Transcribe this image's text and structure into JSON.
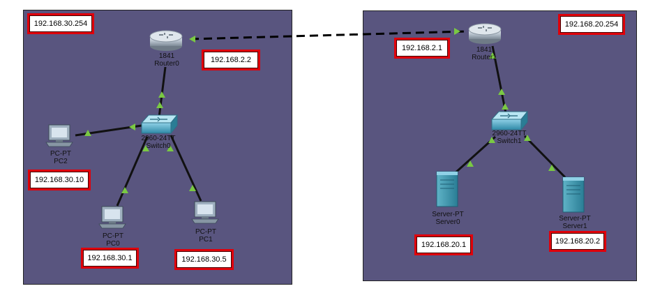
{
  "colors": {
    "zone": "#59557f",
    "ip_border": "#e0000b",
    "link": "#111111",
    "port_up": "#7ac943",
    "wan_link": "#000000"
  },
  "left_network": {
    "gateway_ip": "192.168.30.254",
    "router": {
      "model": "1841",
      "name": "Router0",
      "wan_ip": "192.168.2.2",
      "icon": "router-icon"
    },
    "switch": {
      "model": "2960-24TT",
      "name": "Switch0",
      "icon": "switch-icon"
    },
    "pcs": [
      {
        "type": "PC-PT",
        "name": "PC2",
        "ip": "192.168.30.10",
        "icon": "pc-icon"
      },
      {
        "type": "PC-PT",
        "name": "PC0",
        "ip": "192.168.30.1",
        "icon": "pc-icon"
      },
      {
        "type": "PC-PT",
        "name": "PC1",
        "ip": "192.168.30.5",
        "icon": "pc-icon"
      }
    ]
  },
  "right_network": {
    "gateway_ip": "192.168.20.254",
    "router": {
      "model": "1841",
      "name": "Router1",
      "wan_ip": "192.168.2.1",
      "icon": "router-icon"
    },
    "switch": {
      "model": "2960-24TT",
      "name": "Switch1",
      "icon": "switch-icon"
    },
    "servers": [
      {
        "type": "Server-PT",
        "name": "Server0",
        "ip": "192.168.20.1",
        "icon": "server-icon"
      },
      {
        "type": "Server-PT",
        "name": "Server1",
        "ip": "192.168.20.2",
        "icon": "server-icon"
      }
    ]
  }
}
